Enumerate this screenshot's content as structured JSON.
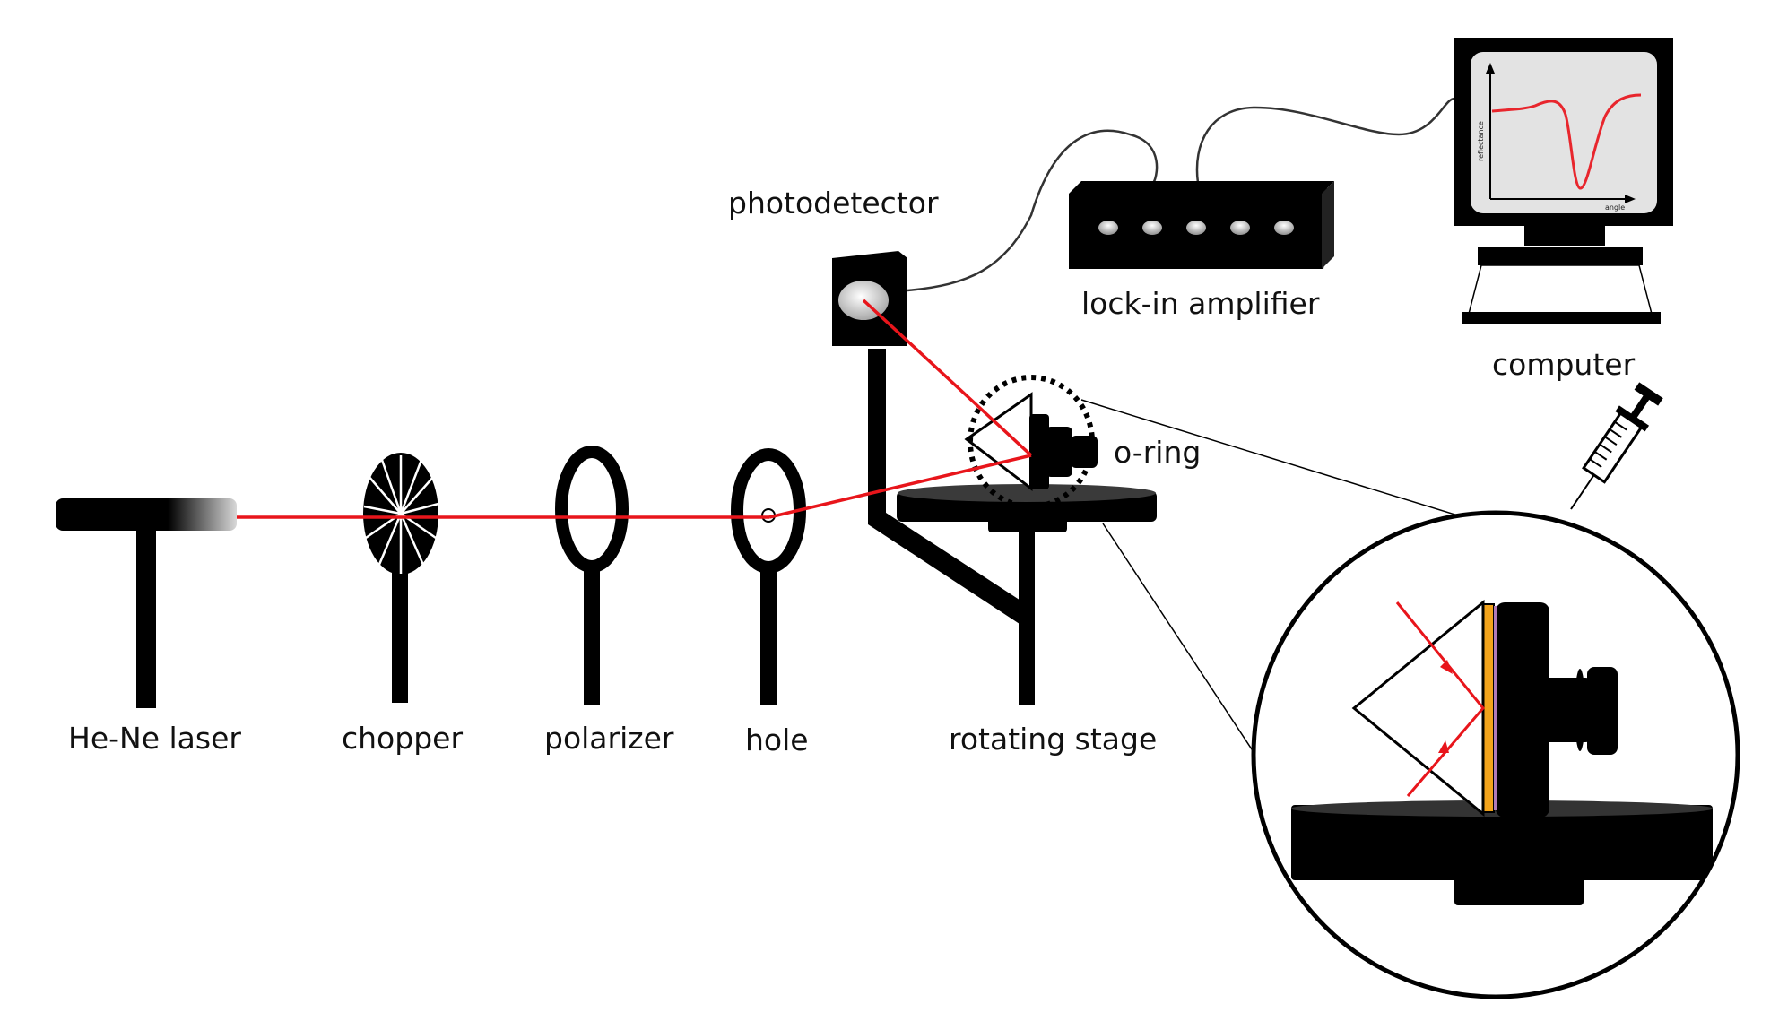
{
  "labels": {
    "laser": "He-Ne laser",
    "chopper": "chopper",
    "polarizer": "polarizer",
    "hole": "hole",
    "rotating_stage": "rotating stage",
    "o_ring": "o-ring",
    "photodetector": "photodetector",
    "lock_in_amplifier": "lock-in amplifier",
    "computer": "computer"
  },
  "screen_plot": {
    "ylabel": "reflectance",
    "xlabel": "angle",
    "curve_color": "#e8262d"
  },
  "colors": {
    "laser_beam": "#e8151b",
    "gold_film": "#f2a31b",
    "sample_film": "#b07ab8",
    "screen_bg": "#e3e3e3",
    "equipment": "#000000"
  }
}
